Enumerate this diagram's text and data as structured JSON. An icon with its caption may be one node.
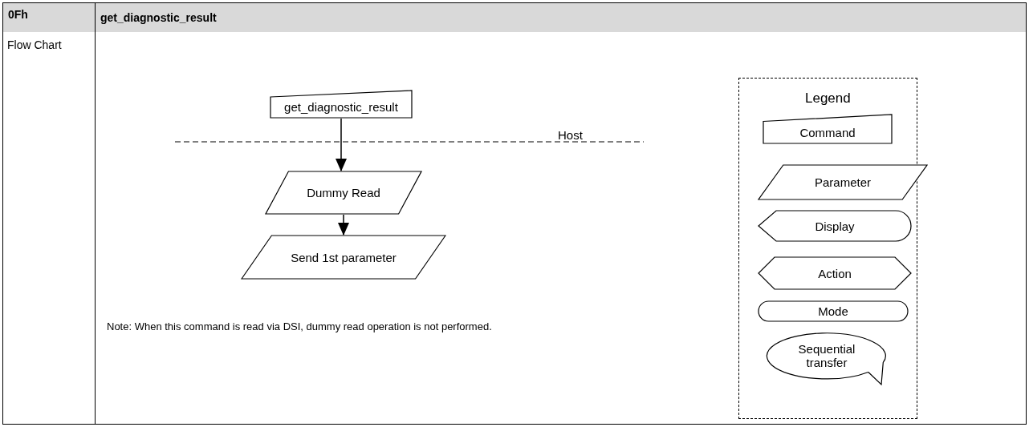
{
  "diagram": {
    "nodes": [
      {
        "text": [
          "get_diagnostic_result"
        ]
      },
      {
        "text": [
          "Dummy Read"
        ]
      },
      {
        "text": [
          "Send 1st parameter"
        ]
      }
    ],
    "edges": [
      {
        "from": 0,
        "to": 1,
        "arrow": "to"
      },
      {
        "from": 1,
        "to": 2,
        "arrow": "to"
      }
    ],
    "labels": [
      "0Fh",
      "get_diagnostic_result",
      "Flow Chart",
      "Host",
      "Legend",
      "Note: When this command is read via DSI, dummy read operation is not performed."
    ],
    "legend": [
      {
        "text": "Command"
      },
      {
        "text": "Parameter"
      },
      {
        "text": "Display"
      },
      {
        "text": "Action"
      },
      {
        "text": "Mode"
      },
      {
        "text": "Sequential transfer"
      }
    ]
  }
}
